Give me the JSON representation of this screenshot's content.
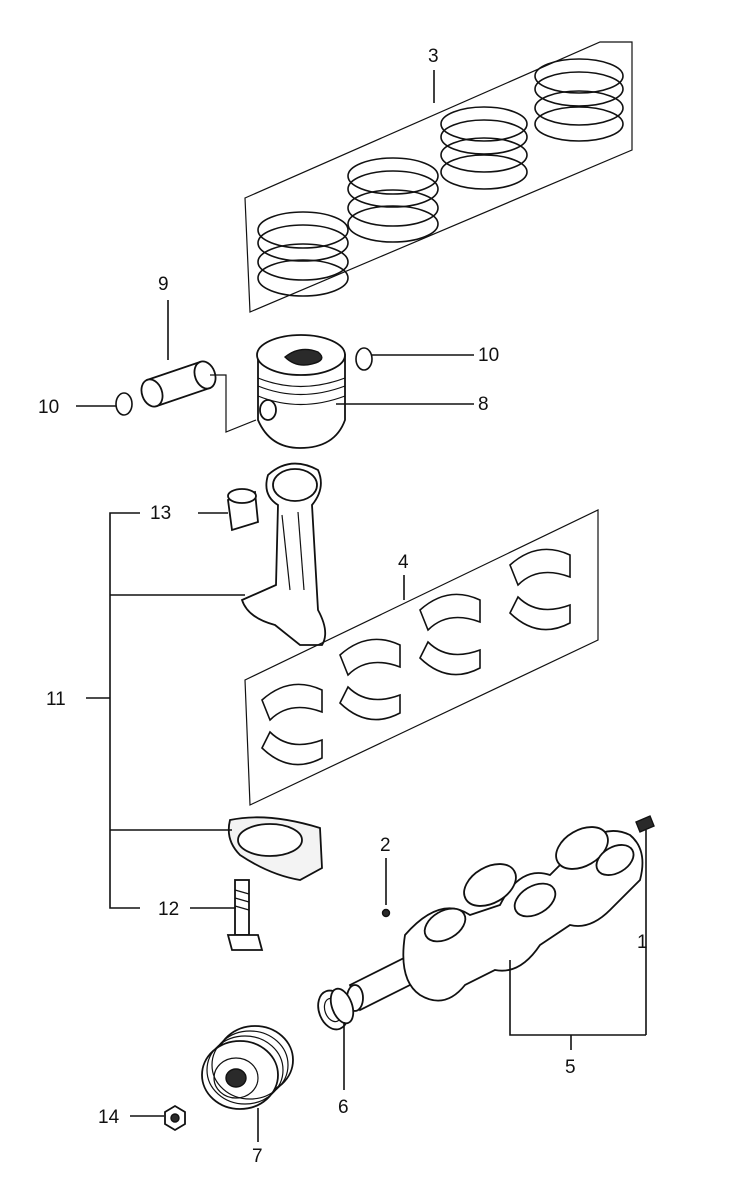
{
  "callouts": {
    "c1": "1",
    "c2": "2",
    "c3": "3",
    "c4": "4",
    "c5": "5",
    "c6": "6",
    "c7": "7",
    "c8": "8",
    "c9": "9",
    "c10a": "10",
    "c10b": "10",
    "c11": "11",
    "c12": "12",
    "c13": "13",
    "c14": "14"
  }
}
